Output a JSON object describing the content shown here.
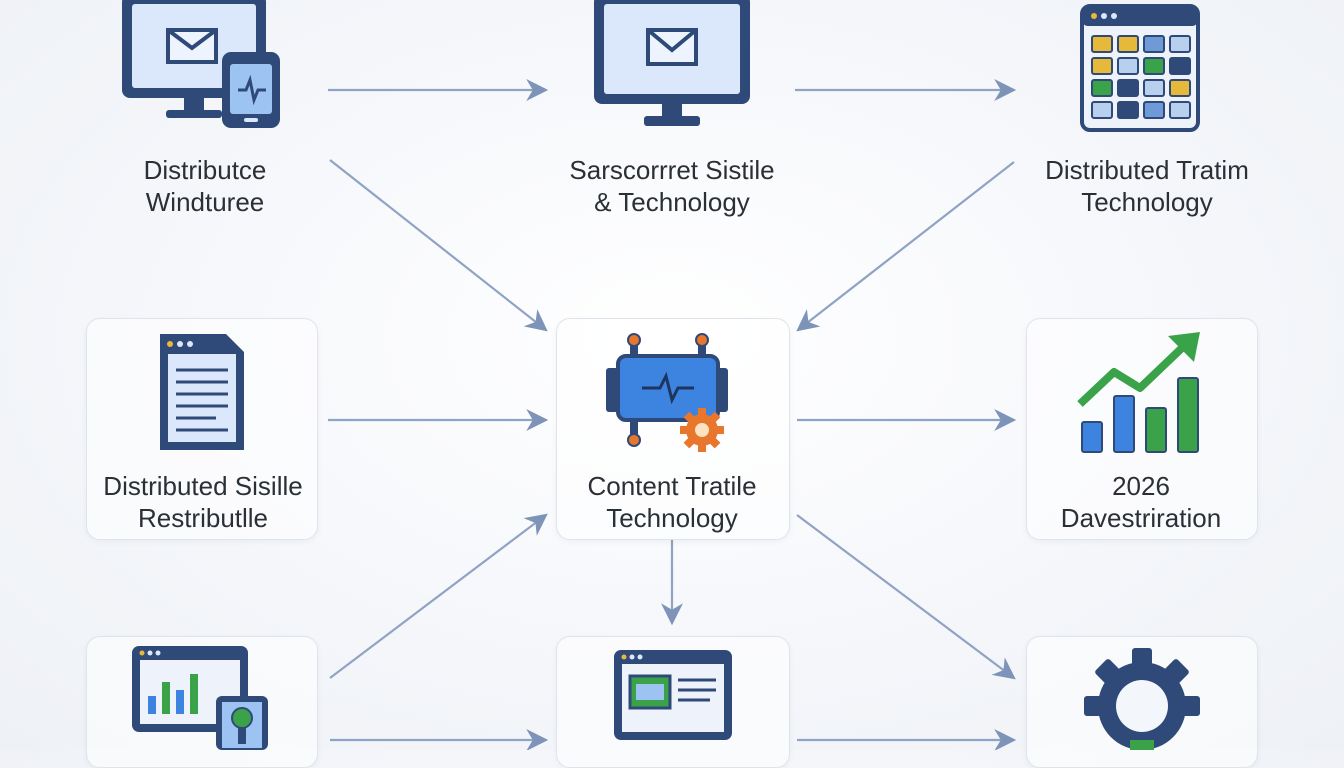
{
  "nodes": {
    "n1": {
      "line1": "Distributce",
      "line2": "Windturee"
    },
    "n2": {
      "line1": "Sarscorrret Sistile",
      "line2": "& Technology"
    },
    "n3": {
      "line1": "Distributed Tratim",
      "line2": "Technology"
    },
    "n4": {
      "line1": "Distributed Sisille",
      "line2": "Restributlle"
    },
    "n5": {
      "line1": "Content Tratile",
      "line2": "Technology"
    },
    "n6": {
      "line1": "2026",
      "line2": "Davestriration"
    }
  },
  "colors": {
    "arrow": "#7d93b8",
    "navy": "#2f4a78",
    "screen": "#dbe8fb",
    "blue": "#3d84e0",
    "green": "#3aa34a",
    "orange": "#e8762c",
    "yellow": "#e7b93a"
  }
}
